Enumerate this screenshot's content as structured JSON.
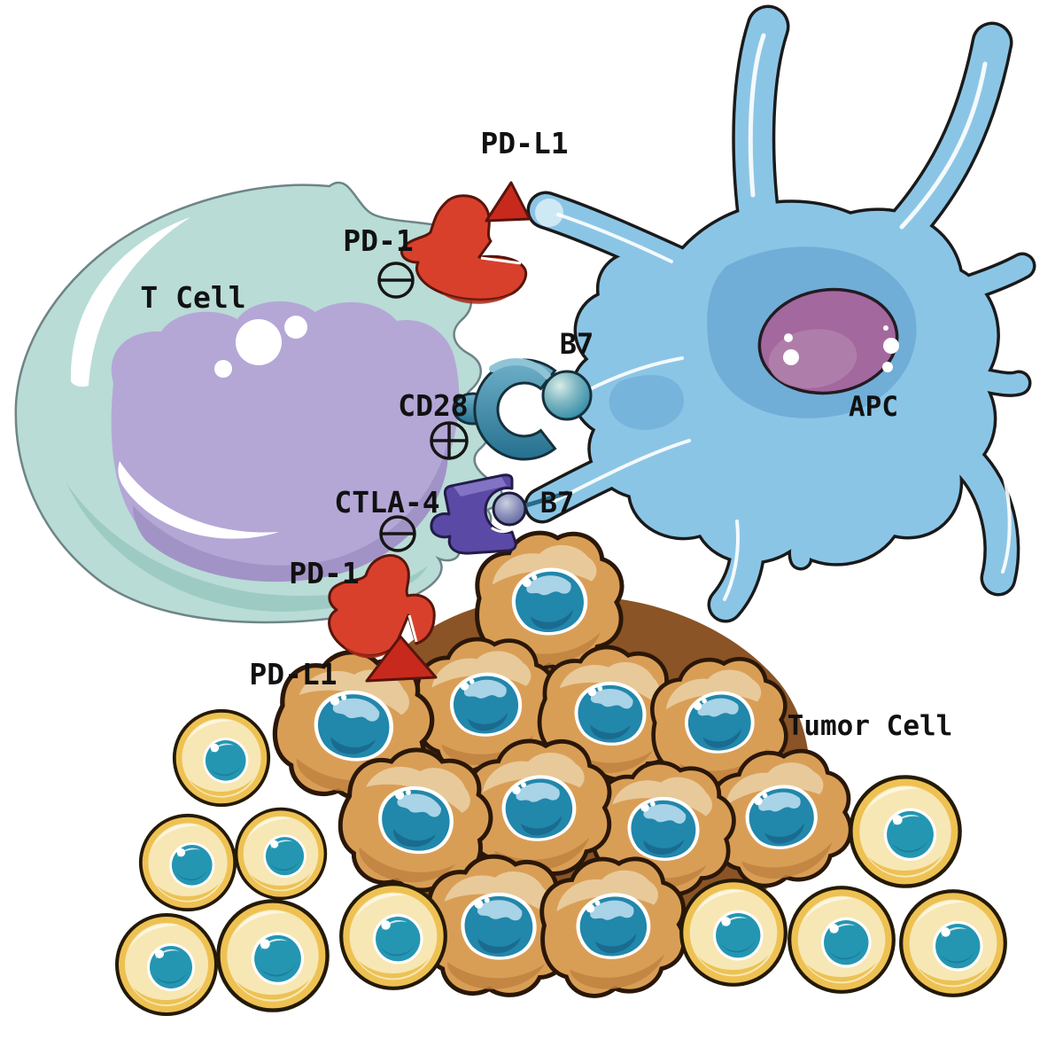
{
  "figure": {
    "type": "immune-checkpoint-diagram",
    "background": "#ffffff",
    "description_entities": [
      "T Cell",
      "APC",
      "Tumor Cell"
    ]
  },
  "labels": {
    "t_cell": "T Cell",
    "apc": "APC",
    "tumor_cell": "Tumor Cell",
    "pd_l1_top": "PD-L1",
    "pd_1_top": "PD-1",
    "b7_top": "B7",
    "cd28": "CD28",
    "ctla_4": "CTLA-4",
    "b7_bottom": "B7",
    "pd_1_bottom": "PD-1",
    "pd_l1_bottom": "PD-L1"
  },
  "symbols": {
    "pd1_top_sign": "⊖",
    "cd28_sign": "⊕",
    "ctla4_sign": "⊖",
    "meaning": {
      "minus": "inhibitory signal",
      "plus": "stimulatory signal"
    }
  },
  "colors": {
    "t_cell_body": "#b9dcd6",
    "t_cell_shade": "#9dcbc4",
    "t_cell_nucleus": "#b4a7d6",
    "t_cell_nucleus_shade": "#a293c7",
    "apc_body": "#8bc5e6",
    "apc_shade": "#6ba9d4",
    "apc_nucleus": "#a3689e",
    "apc_nucleus_light": "#b07fab",
    "receptor_red": "#d8402c",
    "ligand_red": "#c8291d",
    "cd28_teal": "#327fa2",
    "b7_ball": "#3f94ad",
    "ctla4_purple": "#5a4aa5",
    "b7_ball_dark": "#565b96",
    "tumor_brown_body": "#d99e56",
    "tumor_brown_light": "#e9cda2",
    "tumor_brown_dark": "#bf8140",
    "tumor_nucleus": "#2187ab",
    "tumor_nucleus_ice": "#a9d3e6",
    "tumor_yellow_body": "#eec153",
    "tumor_yellow_inner": "#f7e7b4",
    "tumor_yellow_nucleus": "#2496b2",
    "tumor_gap": "#8a5426",
    "label_text": "#111111"
  }
}
